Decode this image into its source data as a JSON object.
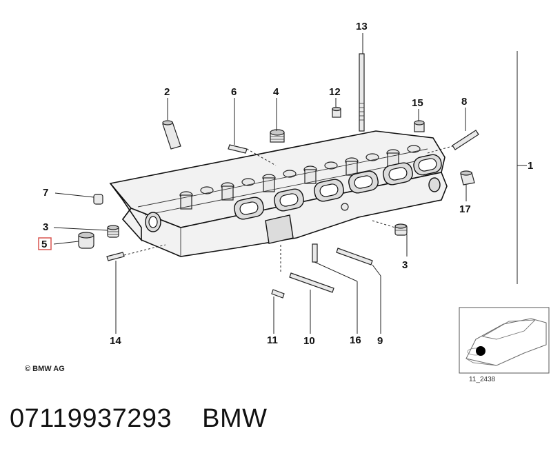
{
  "diagram": {
    "callouts": [
      "1",
      "2",
      "3",
      "3",
      "4",
      "5",
      "6",
      "7",
      "8",
      "9",
      "10",
      "11",
      "12",
      "13",
      "14",
      "15",
      "16",
      "17"
    ],
    "highlighted_callout": "5",
    "copyright": "© BMW AG",
    "reference_code": "11_2438"
  },
  "footer": {
    "part_number": "07119937293",
    "brand": "BMW"
  },
  "colors": {
    "highlight_box": "#d9534f",
    "line": "#222222"
  },
  "icons": [
    "car-locator-icon"
  ]
}
